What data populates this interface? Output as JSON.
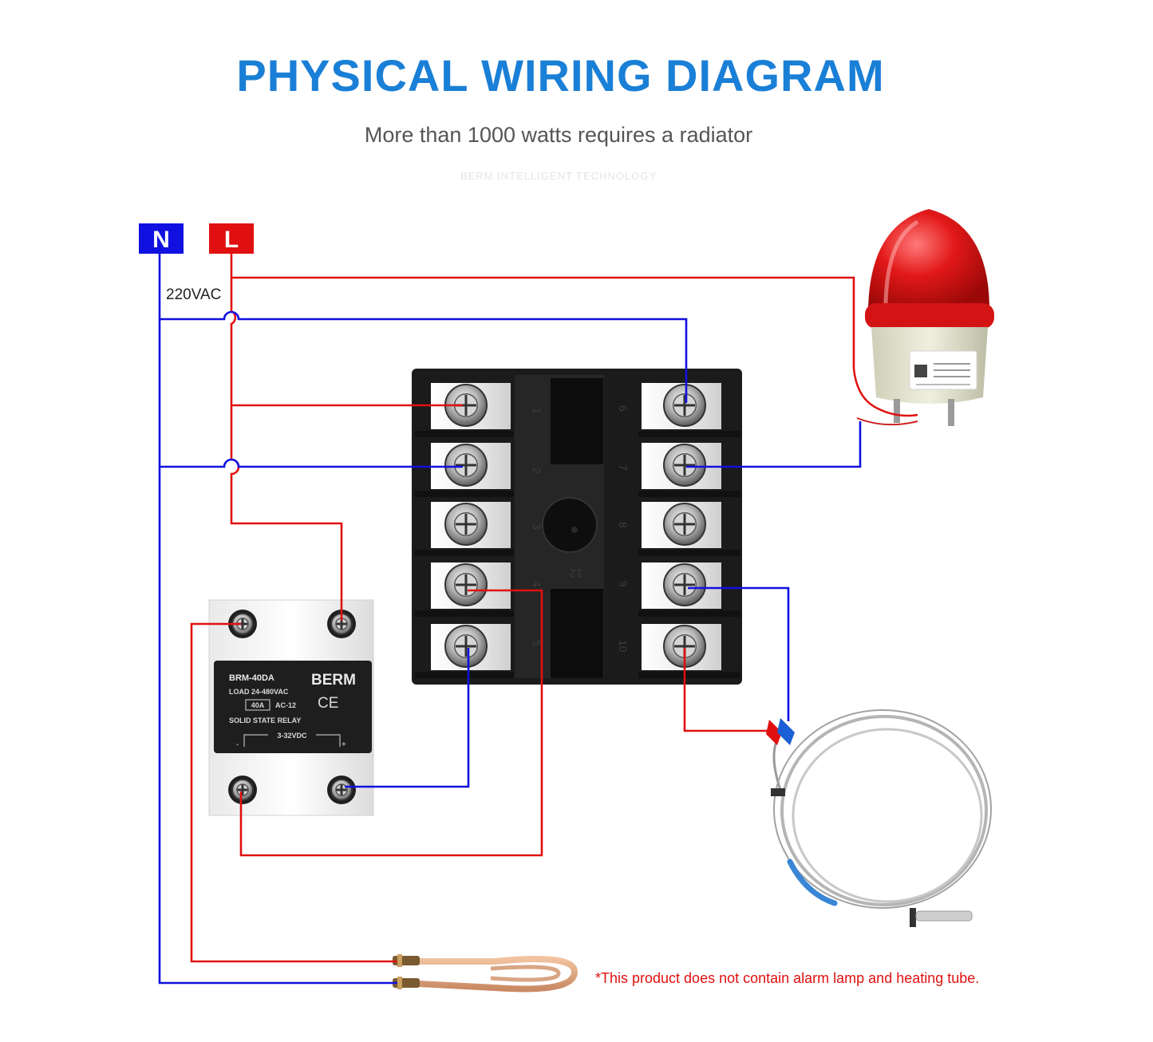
{
  "header": {
    "title": "PHYSICAL WIRING DIAGRAM",
    "subtitle": "More than 1000 watts requires a radiator",
    "watermark": "BERM INTELLIGENT TECHNOLOGY"
  },
  "power": {
    "neutral_label": "N",
    "line_label": "L",
    "voltage_label": "220VAC",
    "neutral_color": "#1010e0",
    "line_color": "#e01010"
  },
  "controller": {
    "left_pin_numbers": [
      "1",
      "2",
      "3",
      "4",
      "5"
    ],
    "right_pin_numbers": [
      "6",
      "7",
      "8",
      "9",
      "10"
    ],
    "center_number": "12"
  },
  "relay": {
    "model": "BRM-40DA",
    "brand": "BERM",
    "load": "LOAD 24-480VAC",
    "current_badge": "40A",
    "ac_class": "AC-12",
    "type": "SOLID STATE RELAY",
    "control_voltage": "3-32VDC",
    "cert_mark": "CE",
    "minus": "-",
    "plus": "+"
  },
  "note": "*This product does not contain alarm lamp and heating tube.",
  "wire_colors": {
    "red": "#e01010",
    "blue": "#1010e0"
  }
}
